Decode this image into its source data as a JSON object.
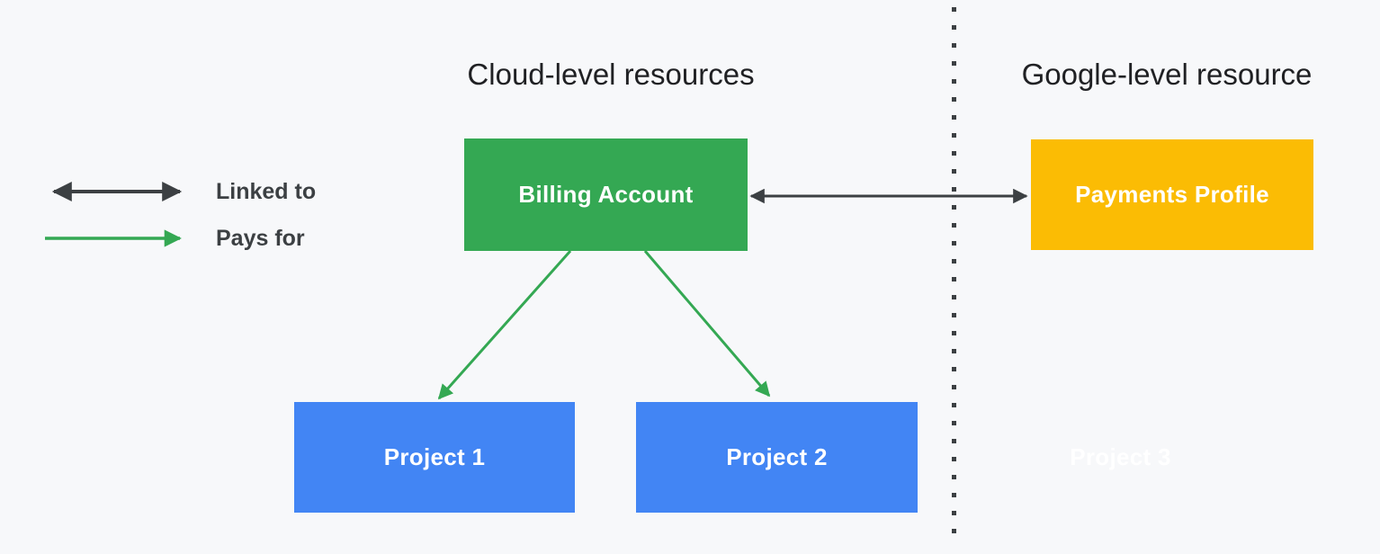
{
  "diagram": {
    "titles": {
      "left": "Cloud-level resources",
      "right": "Google-level resource"
    },
    "legend": {
      "items": [
        {
          "label": "Linked to",
          "arrow_type": "double-headed",
          "color": "#3C4043"
        },
        {
          "label": "Pays for",
          "arrow_type": "single-headed",
          "color": "#34A853"
        }
      ]
    },
    "nodes": [
      {
        "id": "billing-account",
        "label": "Billing Account",
        "fill": "#34A853",
        "text_color": "#FFFFFF",
        "section": "cloud-level"
      },
      {
        "id": "payments-profile",
        "label": "Payments Profile",
        "fill": "#FBBC04",
        "text_color": "#FFFFFF",
        "section": "google-level"
      },
      {
        "id": "project-1",
        "label": "Project 1",
        "fill": "#4285F4",
        "text_color": "#FFFFFF",
        "section": "cloud-level"
      },
      {
        "id": "project-2",
        "label": "Project 2",
        "fill": "#4285F4",
        "text_color": "#FFFFFF",
        "section": "cloud-level"
      },
      {
        "id": "project-3",
        "label": "Project 3",
        "fill": "none",
        "text_color": "#FFFFFF",
        "section": "google-level"
      }
    ],
    "edges": [
      {
        "from": "billing-account",
        "to": "payments-profile",
        "relation": "Linked to",
        "style": "double-headed-dark"
      },
      {
        "from": "billing-account",
        "to": "project-1",
        "relation": "Pays for",
        "style": "single-headed-green"
      },
      {
        "from": "billing-account",
        "to": "project-2",
        "relation": "Pays for",
        "style": "single-headed-green"
      }
    ],
    "colors": {
      "background": "#F7F8FA",
      "green": "#34A853",
      "yellow": "#FBBC04",
      "blue": "#4285F4",
      "dark_arrow": "#3C4043",
      "title_text": "#202124",
      "legend_text": "#3C4043",
      "divider": "#3C4043",
      "node_text": "#FFFFFF"
    }
  }
}
